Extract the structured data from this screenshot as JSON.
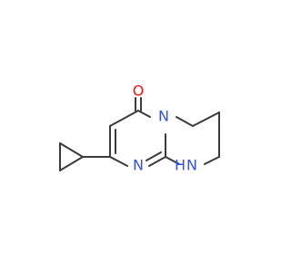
{
  "molecule": {
    "atoms": {
      "oxygen": {
        "symbol": "O",
        "color": "#ff0d0d"
      },
      "ring_nitrogen": {
        "symbol": "N",
        "color": "#3050f8"
      },
      "imine_nitrogen": {
        "symbol": "N",
        "color": "#3050f8"
      },
      "amine_nitrogen": {
        "symbol": "N",
        "color": "#3050f8"
      },
      "amine_hydrogen": {
        "symbol": "H",
        "color": "#3050f8"
      }
    },
    "bond_color": "#3b3b3b",
    "background": "#ffffff"
  }
}
